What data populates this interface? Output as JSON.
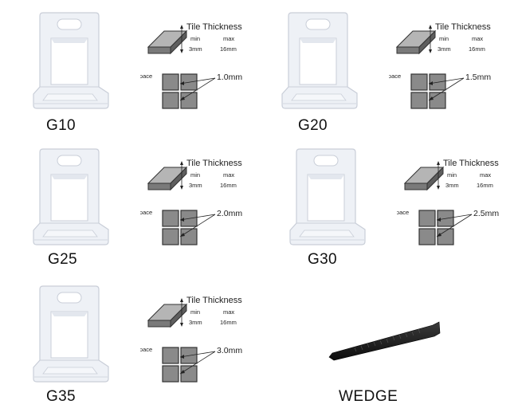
{
  "spec_labels": {
    "tile_thickness": "Tile Thickness",
    "min_label": "min",
    "max_label": "max",
    "min_value": "3mm",
    "max_value": "16mm",
    "tile_space": "Tile Space"
  },
  "products": [
    {
      "model": "G10",
      "spacing": "1.0mm"
    },
    {
      "model": "G20",
      "spacing": "1.5mm"
    },
    {
      "model": "G25",
      "spacing": "2.0mm"
    },
    {
      "model": "G30",
      "spacing": "2.5mm"
    },
    {
      "model": "G35",
      "spacing": "3.0mm"
    }
  ],
  "wedge": {
    "label": "WEDGE"
  },
  "colors": {
    "clip_fill": "#eef1f6",
    "clip_stroke": "#c9ced8",
    "tile_fill": "#8a8a8a",
    "tile_stroke": "#333333",
    "wedge_fill": "#1c1c1c"
  }
}
